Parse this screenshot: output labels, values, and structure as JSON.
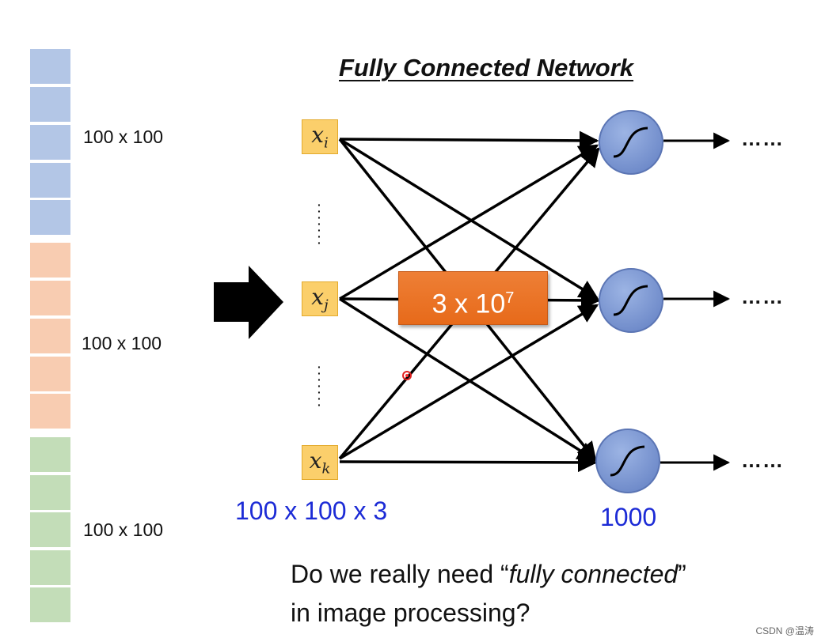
{
  "title": "Fully Connected Network",
  "image_segments": [
    {
      "label": "100 x 100",
      "color": "#b3c6e6"
    },
    {
      "label": "100 x 100",
      "color": "#f8ccb1"
    },
    {
      "label": "100 x 100",
      "color": "#c3ddb8"
    }
  ],
  "inputs": [
    {
      "var": "x",
      "sub": "i"
    },
    {
      "var": "x",
      "sub": "j"
    },
    {
      "var": "x",
      "sub": "k"
    }
  ],
  "input_size_label": "100 x 100 x 3",
  "output_size_label": "1000",
  "params": {
    "base": "3 x 10",
    "exp": "7"
  },
  "output_dots": "……",
  "question": {
    "line1_prefix": "Do we really need “",
    "line1_emph": "fully connected",
    "line1_suffix": "”",
    "line2": "in image processing?"
  },
  "watermark": "CSDN @温涛",
  "colors": {
    "input_fill": "#fbcf6b",
    "neuron_fill": "#7a97d3",
    "param_fill": "#ec7a2e",
    "label_blue": "#1c2bd6"
  }
}
